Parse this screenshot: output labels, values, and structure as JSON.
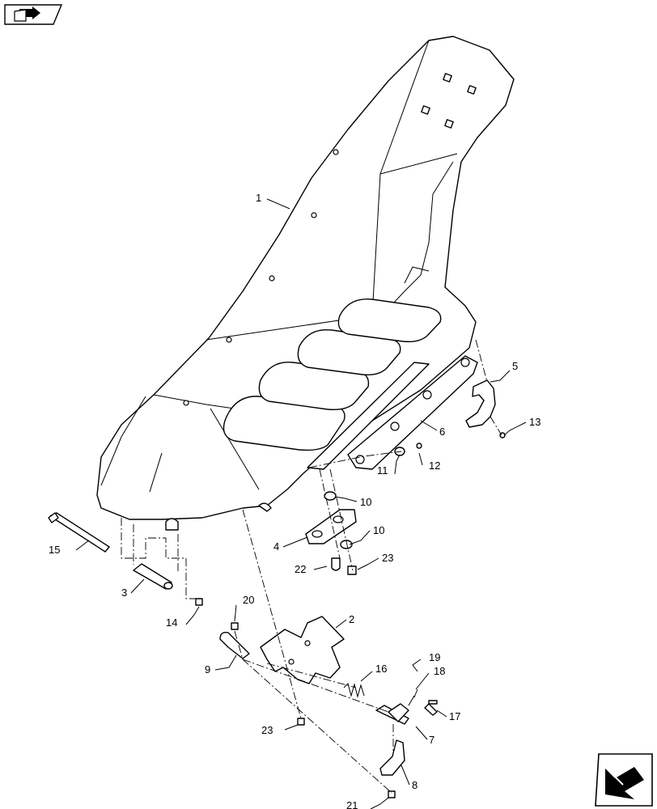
{
  "callouts": [
    {
      "label": "1"
    },
    {
      "label": "2"
    },
    {
      "label": "3"
    },
    {
      "label": "4"
    },
    {
      "label": "5"
    },
    {
      "label": "6"
    },
    {
      "label": "7"
    },
    {
      "label": "8"
    },
    {
      "label": "9"
    },
    {
      "label": "10"
    },
    {
      "label": "10"
    },
    {
      "label": "11"
    },
    {
      "label": "12"
    },
    {
      "label": "13"
    },
    {
      "label": "14"
    },
    {
      "label": "15"
    },
    {
      "label": "16"
    },
    {
      "label": "17"
    },
    {
      "label": "18"
    },
    {
      "label": "19"
    },
    {
      "label": "20"
    },
    {
      "label": "21"
    },
    {
      "label": "22"
    },
    {
      "label": "23"
    },
    {
      "label": "23"
    }
  ],
  "icons": {
    "top_left": "book-arrow-icon",
    "bottom_right": "next-page-arrow-icon"
  }
}
